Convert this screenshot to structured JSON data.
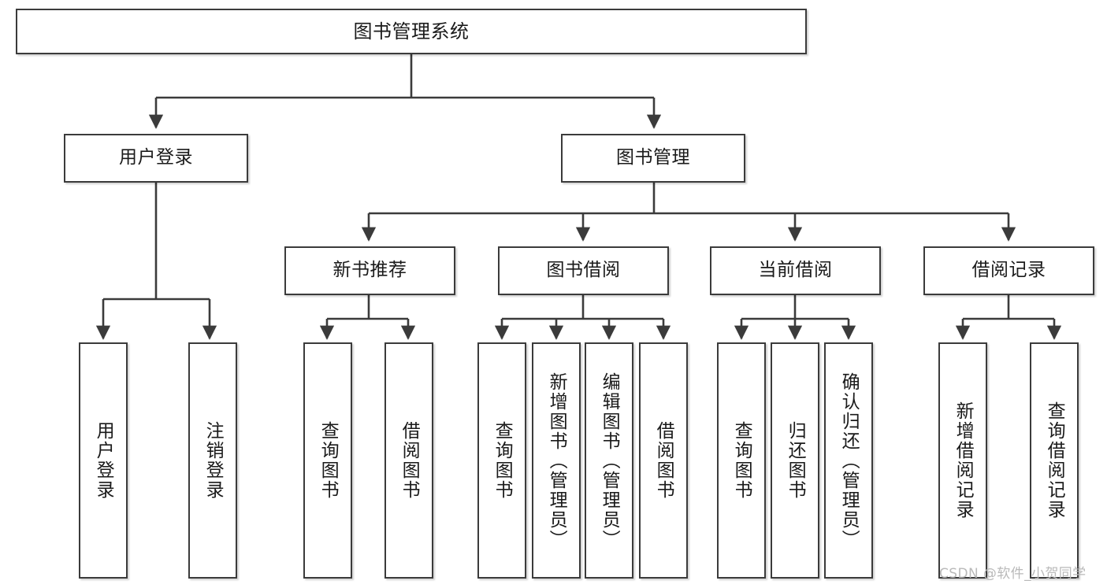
{
  "diagram": {
    "type": "tree",
    "title": "图书管理系统",
    "root": {
      "id": "root",
      "label": "图书管理系统"
    },
    "level2": [
      {
        "id": "user-login",
        "label": "用户登录"
      },
      {
        "id": "book-manage",
        "label": "图书管理"
      }
    ],
    "level3": [
      {
        "id": "new-book-recommend",
        "label": "新书推荐",
        "parent": "book-manage"
      },
      {
        "id": "book-borrow",
        "label": "图书借阅",
        "parent": "book-manage"
      },
      {
        "id": "current-borrow",
        "label": "当前借阅",
        "parent": "book-manage"
      },
      {
        "id": "borrow-record",
        "label": "借阅记录",
        "parent": "book-manage"
      }
    ],
    "leaves": [
      {
        "id": "leaf-user-login",
        "label": "用户登录",
        "parent": "user-login"
      },
      {
        "id": "leaf-user-logout",
        "label": "注销登录",
        "parent": "user-login"
      },
      {
        "id": "leaf-query-book-1",
        "label": "查询图书",
        "parent": "new-book-recommend"
      },
      {
        "id": "leaf-borrow-book-1",
        "label": "借阅图书",
        "parent": "new-book-recommend"
      },
      {
        "id": "leaf-query-book-2",
        "label": "查询图书",
        "parent": "book-borrow"
      },
      {
        "id": "leaf-add-book",
        "label": "新增图书（管理员）",
        "parent": "book-borrow"
      },
      {
        "id": "leaf-edit-book",
        "label": "编辑图书（管理员）",
        "parent": "book-borrow"
      },
      {
        "id": "leaf-borrow-book-2",
        "label": "借阅图书",
        "parent": "book-borrow"
      },
      {
        "id": "leaf-query-book-3",
        "label": "查询图书",
        "parent": "current-borrow"
      },
      {
        "id": "leaf-return-book",
        "label": "归还图书",
        "parent": "current-borrow"
      },
      {
        "id": "leaf-confirm-return",
        "label": "确认归还（管理员）",
        "parent": "current-borrow"
      },
      {
        "id": "leaf-add-record",
        "label": "新增借阅记录",
        "parent": "borrow-record"
      },
      {
        "id": "leaf-query-record",
        "label": "查询借阅记录",
        "parent": "borrow-record"
      }
    ],
    "colors": {
      "stroke": "#3b3b3b",
      "fill": "#ffffff",
      "text": "#1a1a1a",
      "watermark": "#b9b9b9"
    }
  },
  "watermark": {
    "text": "CSDN @软件_小贺同学"
  }
}
